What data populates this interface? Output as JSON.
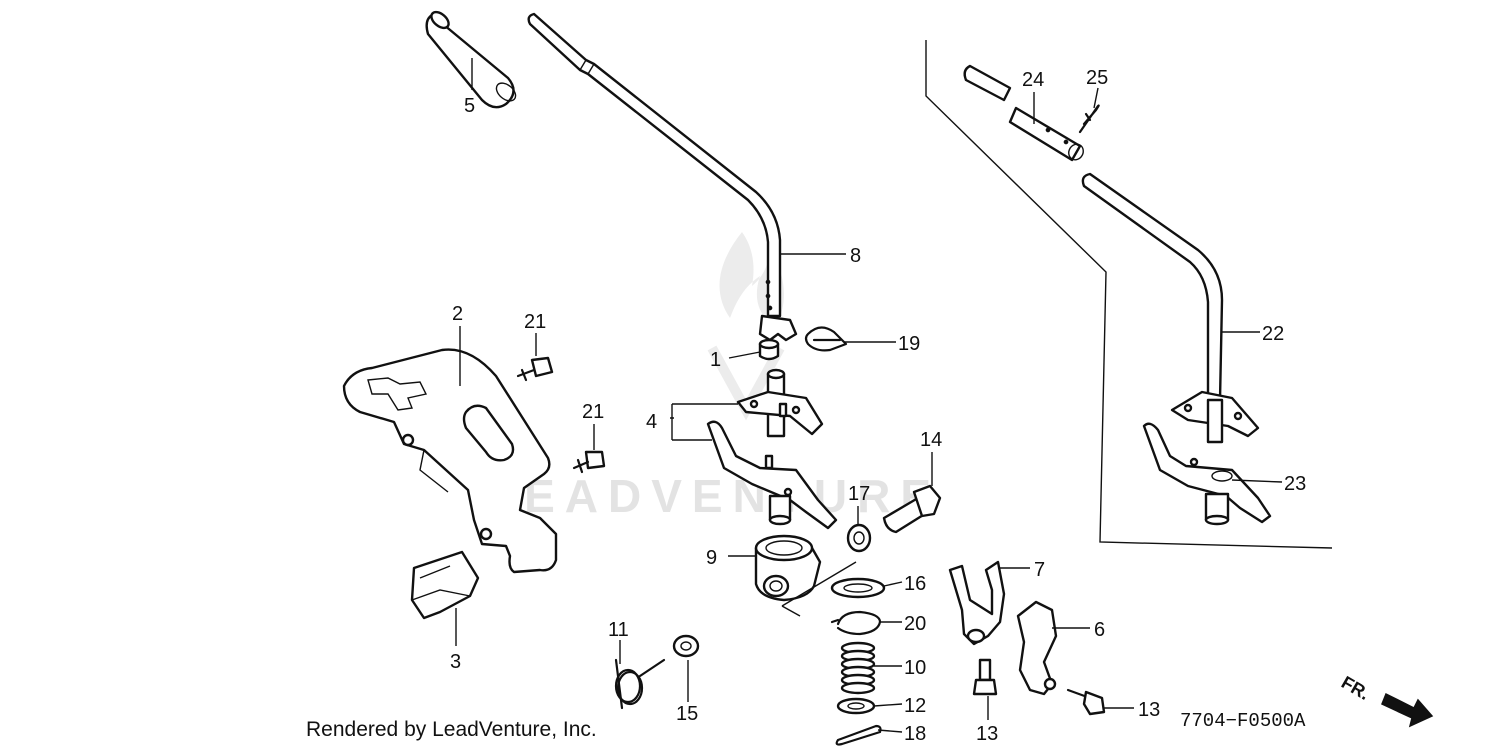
{
  "diagram": {
    "callouts": {
      "c1": "1",
      "c2": "2",
      "c3": "3",
      "c4": "4",
      "c5": "5",
      "c6": "6",
      "c7": "7",
      "c8": "8",
      "c9": "9",
      "c10": "10",
      "c11": "11",
      "c12": "12",
      "c13a": "13",
      "c13b": "13",
      "c14": "14",
      "c15": "15",
      "c16": "16",
      "c17": "17",
      "c18": "18",
      "c19": "19",
      "c20": "20",
      "c21a": "21",
      "c21b": "21",
      "c22": "22",
      "c23": "23",
      "c24": "24",
      "c25": "25"
    },
    "watermark": "LEADVENTURE",
    "direction_label": "FR.",
    "diagram_code": "7704−F0500A",
    "credit": "Rendered by LeadVenture, Inc."
  }
}
